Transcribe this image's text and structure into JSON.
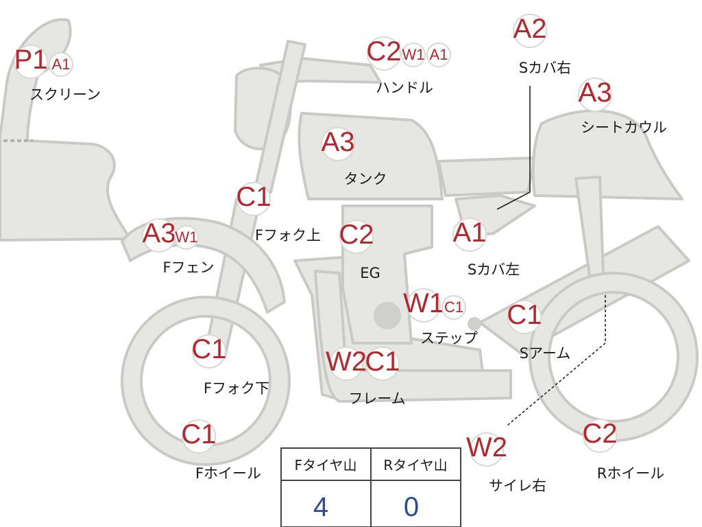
{
  "colors": {
    "code": "#b8262d",
    "value": "#2a4a9a",
    "body": "#e6e6e3",
    "outline": "#c9c9c6"
  },
  "labels": {
    "screen": {
      "codes": [
        "P1",
        "A1"
      ],
      "name": "スクリーン"
    },
    "handle": {
      "codes": [
        "C2",
        "W1",
        "A1"
      ],
      "name": "ハンドル"
    },
    "scover_r": {
      "codes": [
        "A2"
      ],
      "name": "Sカバ右"
    },
    "seatcowl": {
      "codes": [
        "A3"
      ],
      "name": "シートカウル"
    },
    "tank": {
      "codes": [
        "A3"
      ],
      "name": "タンク"
    },
    "ffork_up": {
      "codes": [
        "C1"
      ],
      "name": "Fフォク上"
    },
    "ffender": {
      "codes": [
        "A3",
        "W1"
      ],
      "name": "Fフェン"
    },
    "engine": {
      "codes": [
        "C2"
      ],
      "name": "EG"
    },
    "scover_l": {
      "codes": [
        "A1"
      ],
      "name": "Sカバ左"
    },
    "step": {
      "codes": [
        "W1",
        "C1"
      ],
      "name": "ステップ"
    },
    "sarm": {
      "codes": [
        "C1"
      ],
      "name": "Sアーム"
    },
    "ffork_low": {
      "codes": [
        "C1"
      ],
      "name": "Fフォク下"
    },
    "frame": {
      "codes": [
        "W2",
        "C1"
      ],
      "name": "フレーム"
    },
    "fwheel": {
      "codes": [
        "C1"
      ],
      "name": "Fホイール"
    },
    "muffler_r": {
      "codes": [
        "W2"
      ],
      "name": "サイレ右"
    },
    "rwheel": {
      "codes": [
        "C2"
      ],
      "name": "Rホイール"
    }
  },
  "tread_table": {
    "headers": [
      "Fタイヤ山",
      "Rタイヤ山"
    ],
    "values": [
      "4",
      "0"
    ]
  }
}
